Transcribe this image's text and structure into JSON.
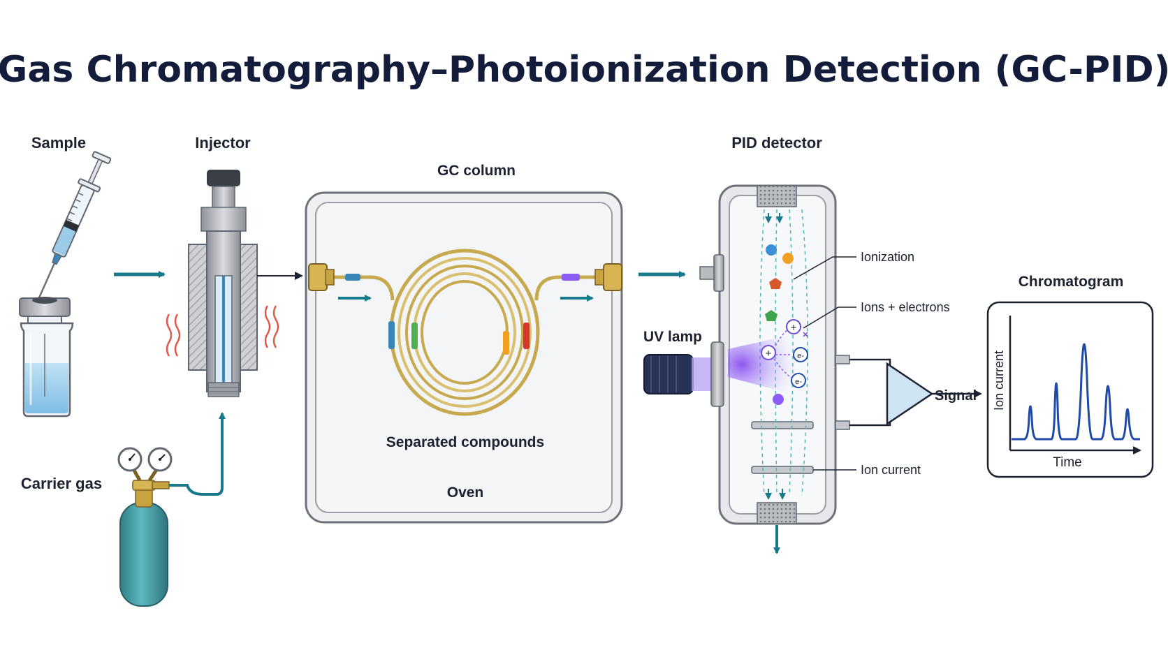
{
  "title": "Gas Chromatography–Photoionization Detection (GC-PID)",
  "labels": {
    "sample": "Sample",
    "injector": "Injector",
    "carrier_gas": "Carrier gas",
    "gc_column": "GC column",
    "separated_compounds": "Separated compounds",
    "oven": "Oven",
    "pid_detector": "PID detector",
    "uv_lamp": "UV lamp",
    "ionization": "Ionization",
    "ions_electrons": "Ions + electrons",
    "ion_current": "Ion current",
    "signal": "Signal",
    "chromatogram": "Chromatogram"
  },
  "particle_symbols": {
    "positive": "+",
    "electron": "e-"
  },
  "chromatogram": {
    "xlabel": "Time",
    "ylabel": "Ion current"
  },
  "colors": {
    "arrow": "#18798a",
    "title": "#141c3b",
    "uv_glow": "#8b5cf6",
    "trace": "#1f4aa8",
    "cylinder": "#3f9aa4",
    "heat": "#e2574c"
  }
}
